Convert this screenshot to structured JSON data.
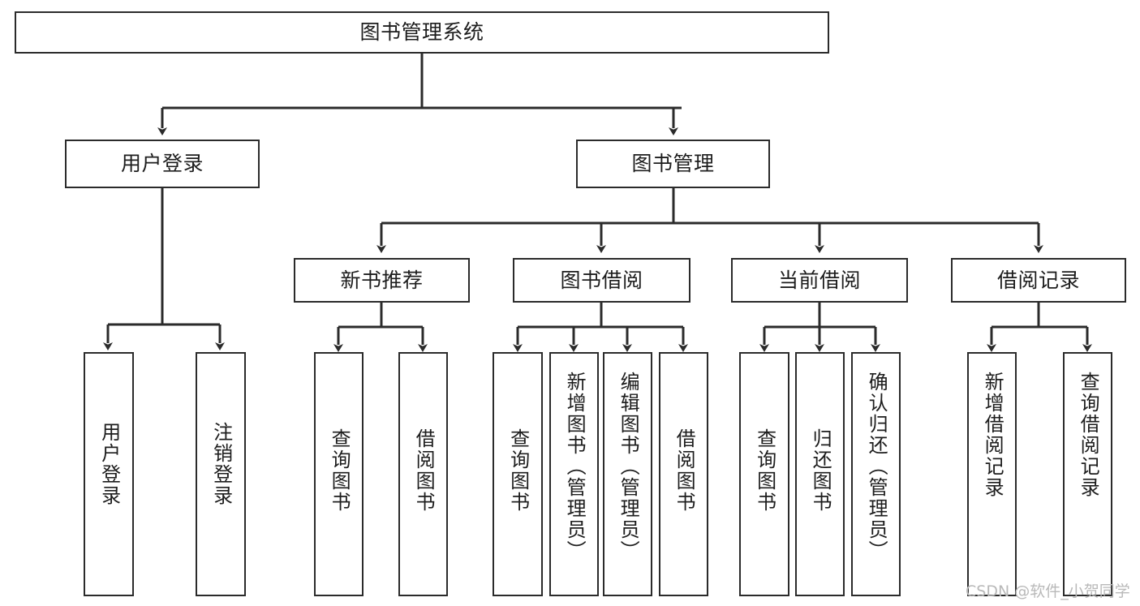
{
  "diagram": {
    "title": "图书管理系统",
    "type": "tree",
    "background_color": "#ffffff",
    "border_color": "#2b2b2b",
    "text_color": "#1d1d1d",
    "watermark": "CSDN @软件_小贺同学",
    "watermark_color": "#b9b9b9"
  },
  "nodes": {
    "root": {
      "label": "图书管理系统"
    },
    "level2": [
      {
        "label": "用户登录"
      },
      {
        "label": "图书管理"
      }
    ],
    "level3": [
      {
        "label": "新书推荐"
      },
      {
        "label": "图书借阅"
      },
      {
        "label": "当前借阅"
      },
      {
        "label": "借阅记录"
      }
    ],
    "leaves": {
      "user_login": [
        {
          "label": "用户登录"
        },
        {
          "label": "注销登录"
        }
      ],
      "new_book": [
        {
          "label": "查询图书"
        },
        {
          "label": "借阅图书"
        }
      ],
      "book_borrow": [
        {
          "label": "查询图书"
        },
        {
          "label": "新增图书（管理员）"
        },
        {
          "label": "编辑图书（管理员）"
        },
        {
          "label": "借阅图书"
        }
      ],
      "current_borrow": [
        {
          "label": "查询图书"
        },
        {
          "label": "归还图书"
        },
        {
          "label": "确认归还（管理员）"
        }
      ],
      "borrow_record": [
        {
          "label": "新增借阅记录"
        },
        {
          "label": "查询借阅记录"
        }
      ]
    }
  }
}
